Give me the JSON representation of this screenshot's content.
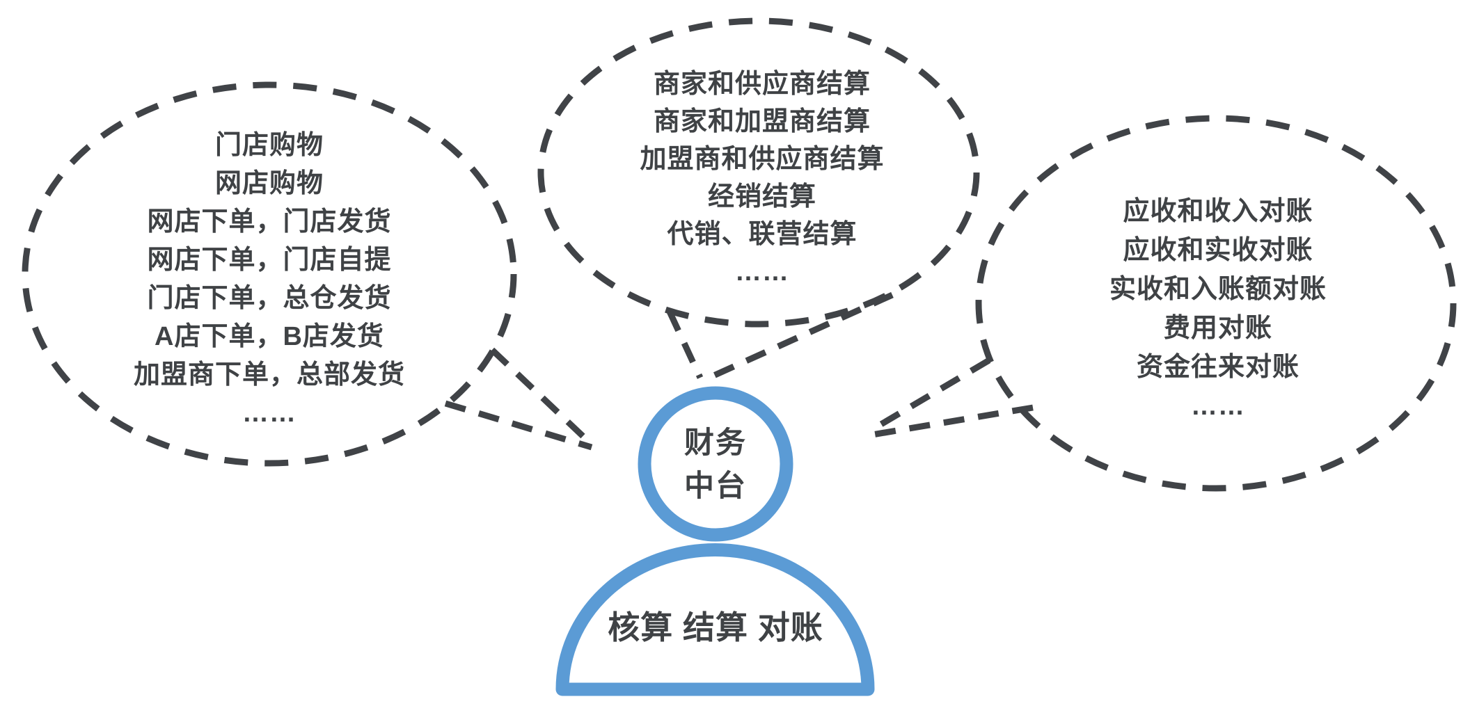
{
  "colors": {
    "outline_dash": "#404347",
    "text": "#3f4245",
    "person_blue": "#5b9bd5",
    "background": "#ffffff"
  },
  "bubbles": {
    "orders": {
      "lines": [
        "门店购物",
        "网店购物",
        "网店下单，门店发货",
        "网店下单，门店自提",
        "门店下单，总仓发货",
        "A店下单，B店发货",
        "加盟商下单，总部发货",
        "……"
      ]
    },
    "settlement": {
      "lines": [
        "商家和供应商结算",
        "商家和加盟商结算",
        "加盟商和供应商结算",
        "经销结算",
        "代销、联营结算",
        "……"
      ]
    },
    "reconciliation": {
      "lines": [
        "应收和收入对账",
        "应收和实收对账",
        "实收和入账额对账",
        "费用对账",
        "资金往来对账",
        "……"
      ]
    }
  },
  "person": {
    "head": [
      "财务",
      "中台"
    ],
    "body": "核算 结算 对账"
  }
}
